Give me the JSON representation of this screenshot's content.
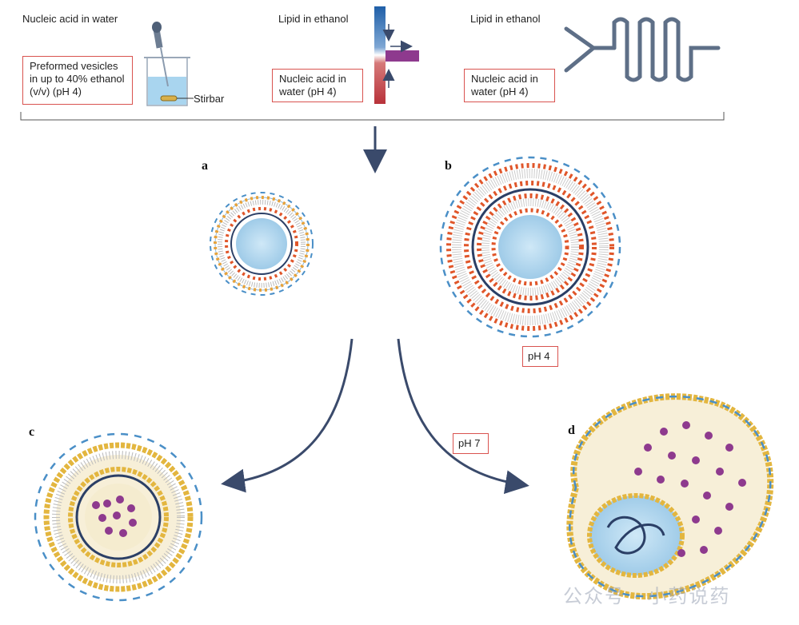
{
  "methods": [
    {
      "heading": "Nucleic acid in water",
      "box": "Preformed vesicles in up to 40% ethanol (v/v) (pH 4)",
      "extra": "Stirbar"
    },
    {
      "heading": "Lipid in ethanol",
      "box": "Nucleic acid in water (pH 4)"
    },
    {
      "heading": "Lipid in ethanol",
      "box": "Nucleic acid in water (pH 4)"
    }
  ],
  "panels": {
    "a": "a",
    "b": "b",
    "c": "c",
    "d": "d"
  },
  "labels": {
    "ph4": "pH 4",
    "ph7": "pH 7"
  },
  "watermark": "公众号 · 小药说药",
  "colors": {
    "accent_box": "#d9534f",
    "arrow": "#3a4a6b",
    "core": "#bfe0f3",
    "headgroup_pos": "#e0562a",
    "headgroup_lipid": "#e8c14a",
    "cargo": "#8e3a8e",
    "peg": "#4a8fc7"
  }
}
